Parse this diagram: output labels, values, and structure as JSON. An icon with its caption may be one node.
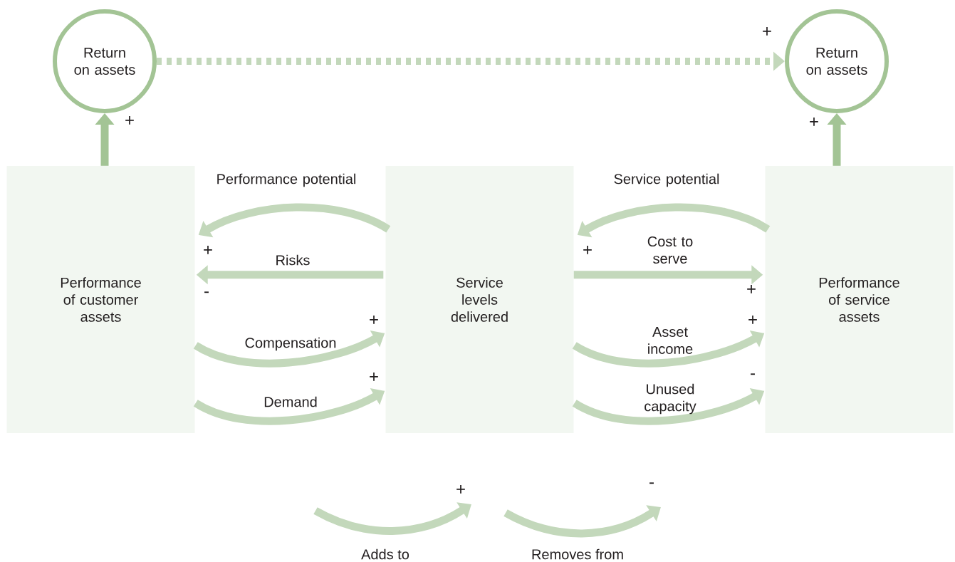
{
  "diagram": {
    "nodes": [
      {
        "text": [
          "Return on assets"
        ]
      },
      {
        "text": [
          "Return on assets"
        ]
      },
      {
        "text": [
          "Performance of customer assets"
        ]
      },
      {
        "text": [
          "Service levels delivered"
        ]
      },
      {
        "text": [
          "Performance of service assets"
        ]
      }
    ],
    "edges": [
      {
        "from": 2,
        "to": 0,
        "arrow": "to",
        "color": "#a3c495"
      },
      {
        "from": 0,
        "to": 1,
        "arrow": "to",
        "style": "dashed"
      },
      {
        "from": 4,
        "to": 1,
        "arrow": "to",
        "color": "#a3c495"
      },
      {
        "from": 3,
        "to": 2,
        "arrow": "to",
        "label": "Performance potential"
      },
      {
        "from": 3,
        "to": 2,
        "arrow": "to",
        "label": "Risks"
      },
      {
        "from": 2,
        "to": 3,
        "arrow": "to",
        "label": "Compensation"
      },
      {
        "from": 2,
        "to": 3,
        "arrow": "to",
        "label": "Demand"
      },
      {
        "from": 4,
        "to": 3,
        "arrow": "to",
        "label": "Service potential"
      },
      {
        "from": 3,
        "to": 4,
        "arrow": "to",
        "label": "Cost to serve"
      },
      {
        "from": 3,
        "to": 4,
        "arrow": "to",
        "label": "Asset income"
      },
      {
        "from": 3,
        "to": 4,
        "arrow": "to",
        "label": "Unused capacity"
      }
    ],
    "labels": [
      "+",
      "+",
      "+",
      "+",
      "+",
      "-",
      "+",
      "+",
      "+",
      "+",
      "-",
      "+",
      "-"
    ],
    "legend": [
      {
        "text": "Adds to"
      },
      {
        "text": "Removes from"
      }
    ]
  }
}
